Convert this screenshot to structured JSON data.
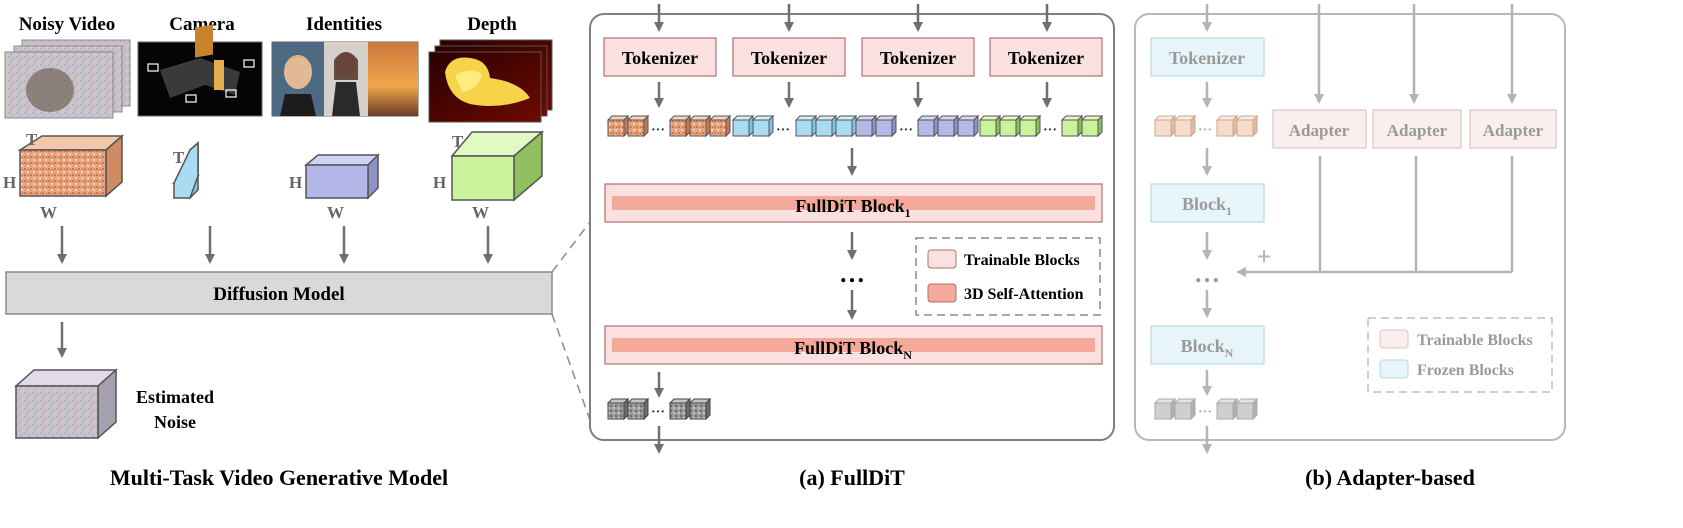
{
  "left": {
    "inputs": [
      {
        "label": "Noisy Video",
        "axes": [
          "T",
          "H",
          "W"
        ]
      },
      {
        "label": "Camera",
        "axes": [
          "T"
        ]
      },
      {
        "label": "Identities",
        "axes": [
          "H",
          "W"
        ]
      },
      {
        "label": "Depth",
        "axes": [
          "T",
          "H",
          "W"
        ]
      }
    ],
    "diffusion_label": "Diffusion Model",
    "noise_label_1": "Estimated",
    "noise_label_2": "Noise",
    "caption": "Multi-Task Video Generative Model"
  },
  "fulldit": {
    "tokenizers": [
      "Tokenizer",
      "Tokenizer",
      "Tokenizer",
      "Tokenizer"
    ],
    "block_first": "FullDiT Block",
    "block_first_sub": "1",
    "block_last": "FullDiT Block",
    "block_last_sub": "N",
    "ellipsis": "…",
    "legend": [
      "Trainable Blocks",
      "3D Self-Attention"
    ],
    "caption": "(a) FullDiT"
  },
  "adapter": {
    "tokenizer": "Tokenizer",
    "adapters": [
      "Adapter",
      "Adapter",
      "Adapter"
    ],
    "block_first": "Block",
    "block_first_sub": "1",
    "block_last": "Block",
    "block_last_sub": "N",
    "ellipsis": "…",
    "plus": "+",
    "legend": [
      "Trainable Blocks",
      "Frozen Blocks"
    ],
    "caption": "(b) Adapter-based"
  },
  "colors": {
    "noise_orange": "#e8a27a",
    "camera_blue": "#a9dcf3",
    "identity_purple": "#b3b8e8",
    "depth_green": "#c9f29b",
    "trainable_pink": "#fbe0e0",
    "attention_salmon": "#f4a99a",
    "frozen_blue": "#e7f5fb",
    "panel_border": "#7f7f7f",
    "arrow_gray": "#6f6f6f"
  }
}
